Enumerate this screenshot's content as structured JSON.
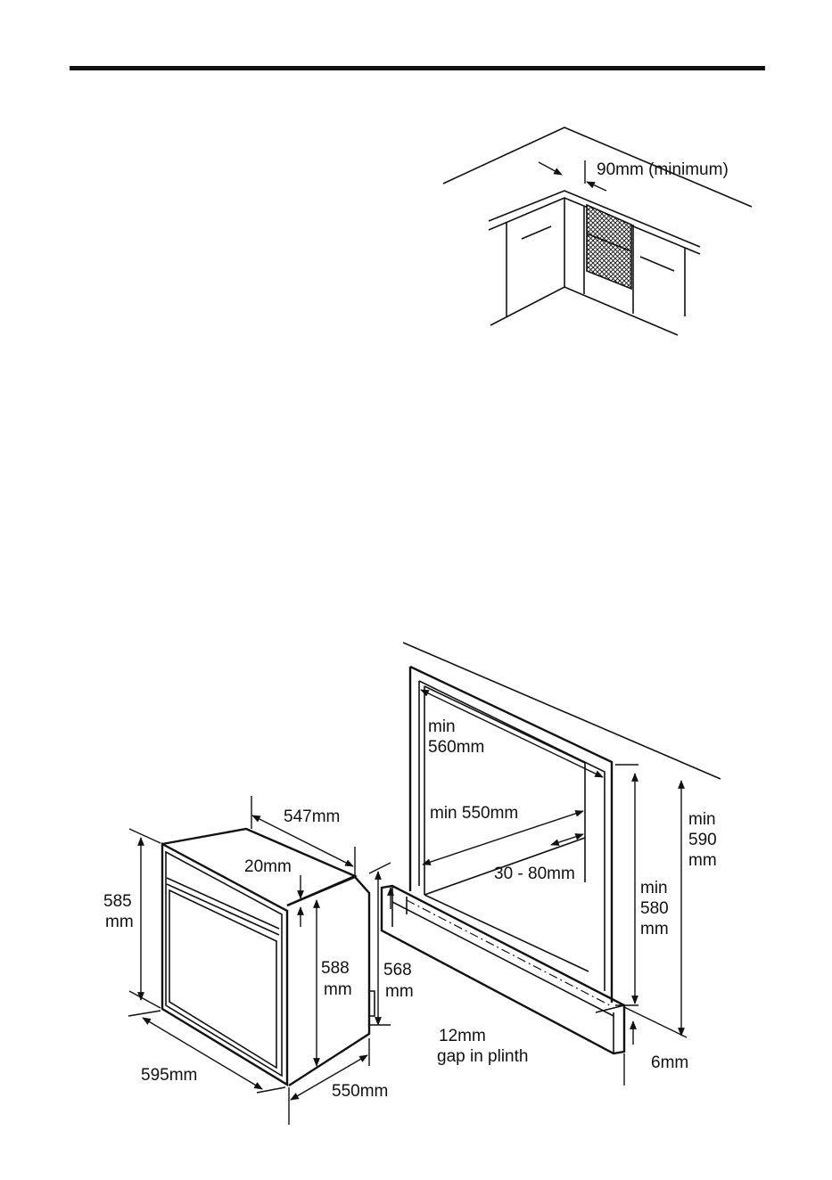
{
  "ventilation_diagram": {
    "gap_label": "90mm (minimum)"
  },
  "dimensions_diagram": {
    "oven": {
      "depth_top": "547mm",
      "top_offset": "20mm",
      "height_front_value": "585",
      "height_front_unit": "mm",
      "height_side_value": "588",
      "height_side_unit": "mm",
      "height_rear_value": "568",
      "height_rear_unit": "mm",
      "width": "595mm",
      "depth_base": "550mm"
    },
    "cabinet": {
      "min_width_label": "min",
      "min_width_value": "560mm",
      "min_depth": "min 550mm",
      "rear_gap": "30 - 80mm",
      "min_height_inner_label": "min",
      "min_height_inner_value": "580",
      "min_height_inner_unit": "mm",
      "min_height_outer_label": "min",
      "min_height_outer_value": "590",
      "min_height_outer_unit": "mm",
      "plinth_gap_line1": "12mm",
      "plinth_gap_line2": "gap in plinth",
      "plinth_offset": "6mm"
    }
  }
}
